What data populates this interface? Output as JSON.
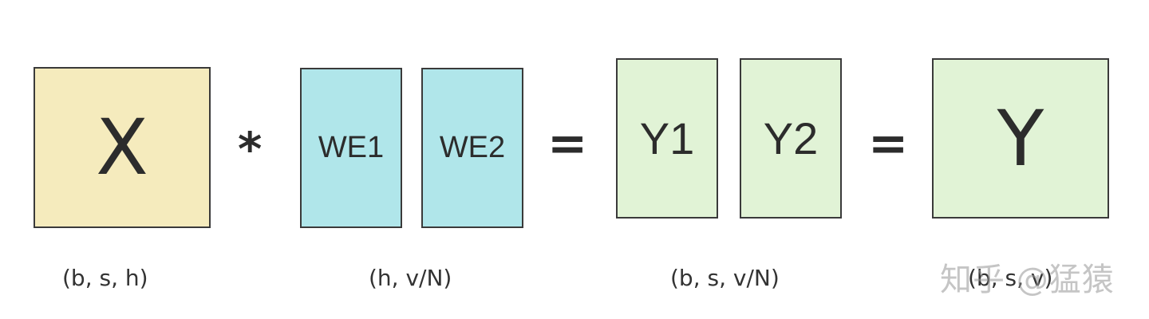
{
  "colors": {
    "x_fill": "#f5ebbd",
    "we_fill": "#b0e6ea",
    "y_fill": "#e1f3d6",
    "border": "#3a3a3a"
  },
  "blocks": {
    "x": "X",
    "we1": "WE1",
    "we2": "WE2",
    "y1": "Y1",
    "y2": "Y2",
    "y": "Y"
  },
  "operators": {
    "multiply": "*",
    "equals_1": "=",
    "equals_2": "="
  },
  "dimensions": {
    "x": "(b, s, h)",
    "we": "(h, v/N)",
    "y_split": "(b, s, v/N)",
    "y": "(b, s, v)"
  },
  "watermark": "知乎 @猛猿"
}
